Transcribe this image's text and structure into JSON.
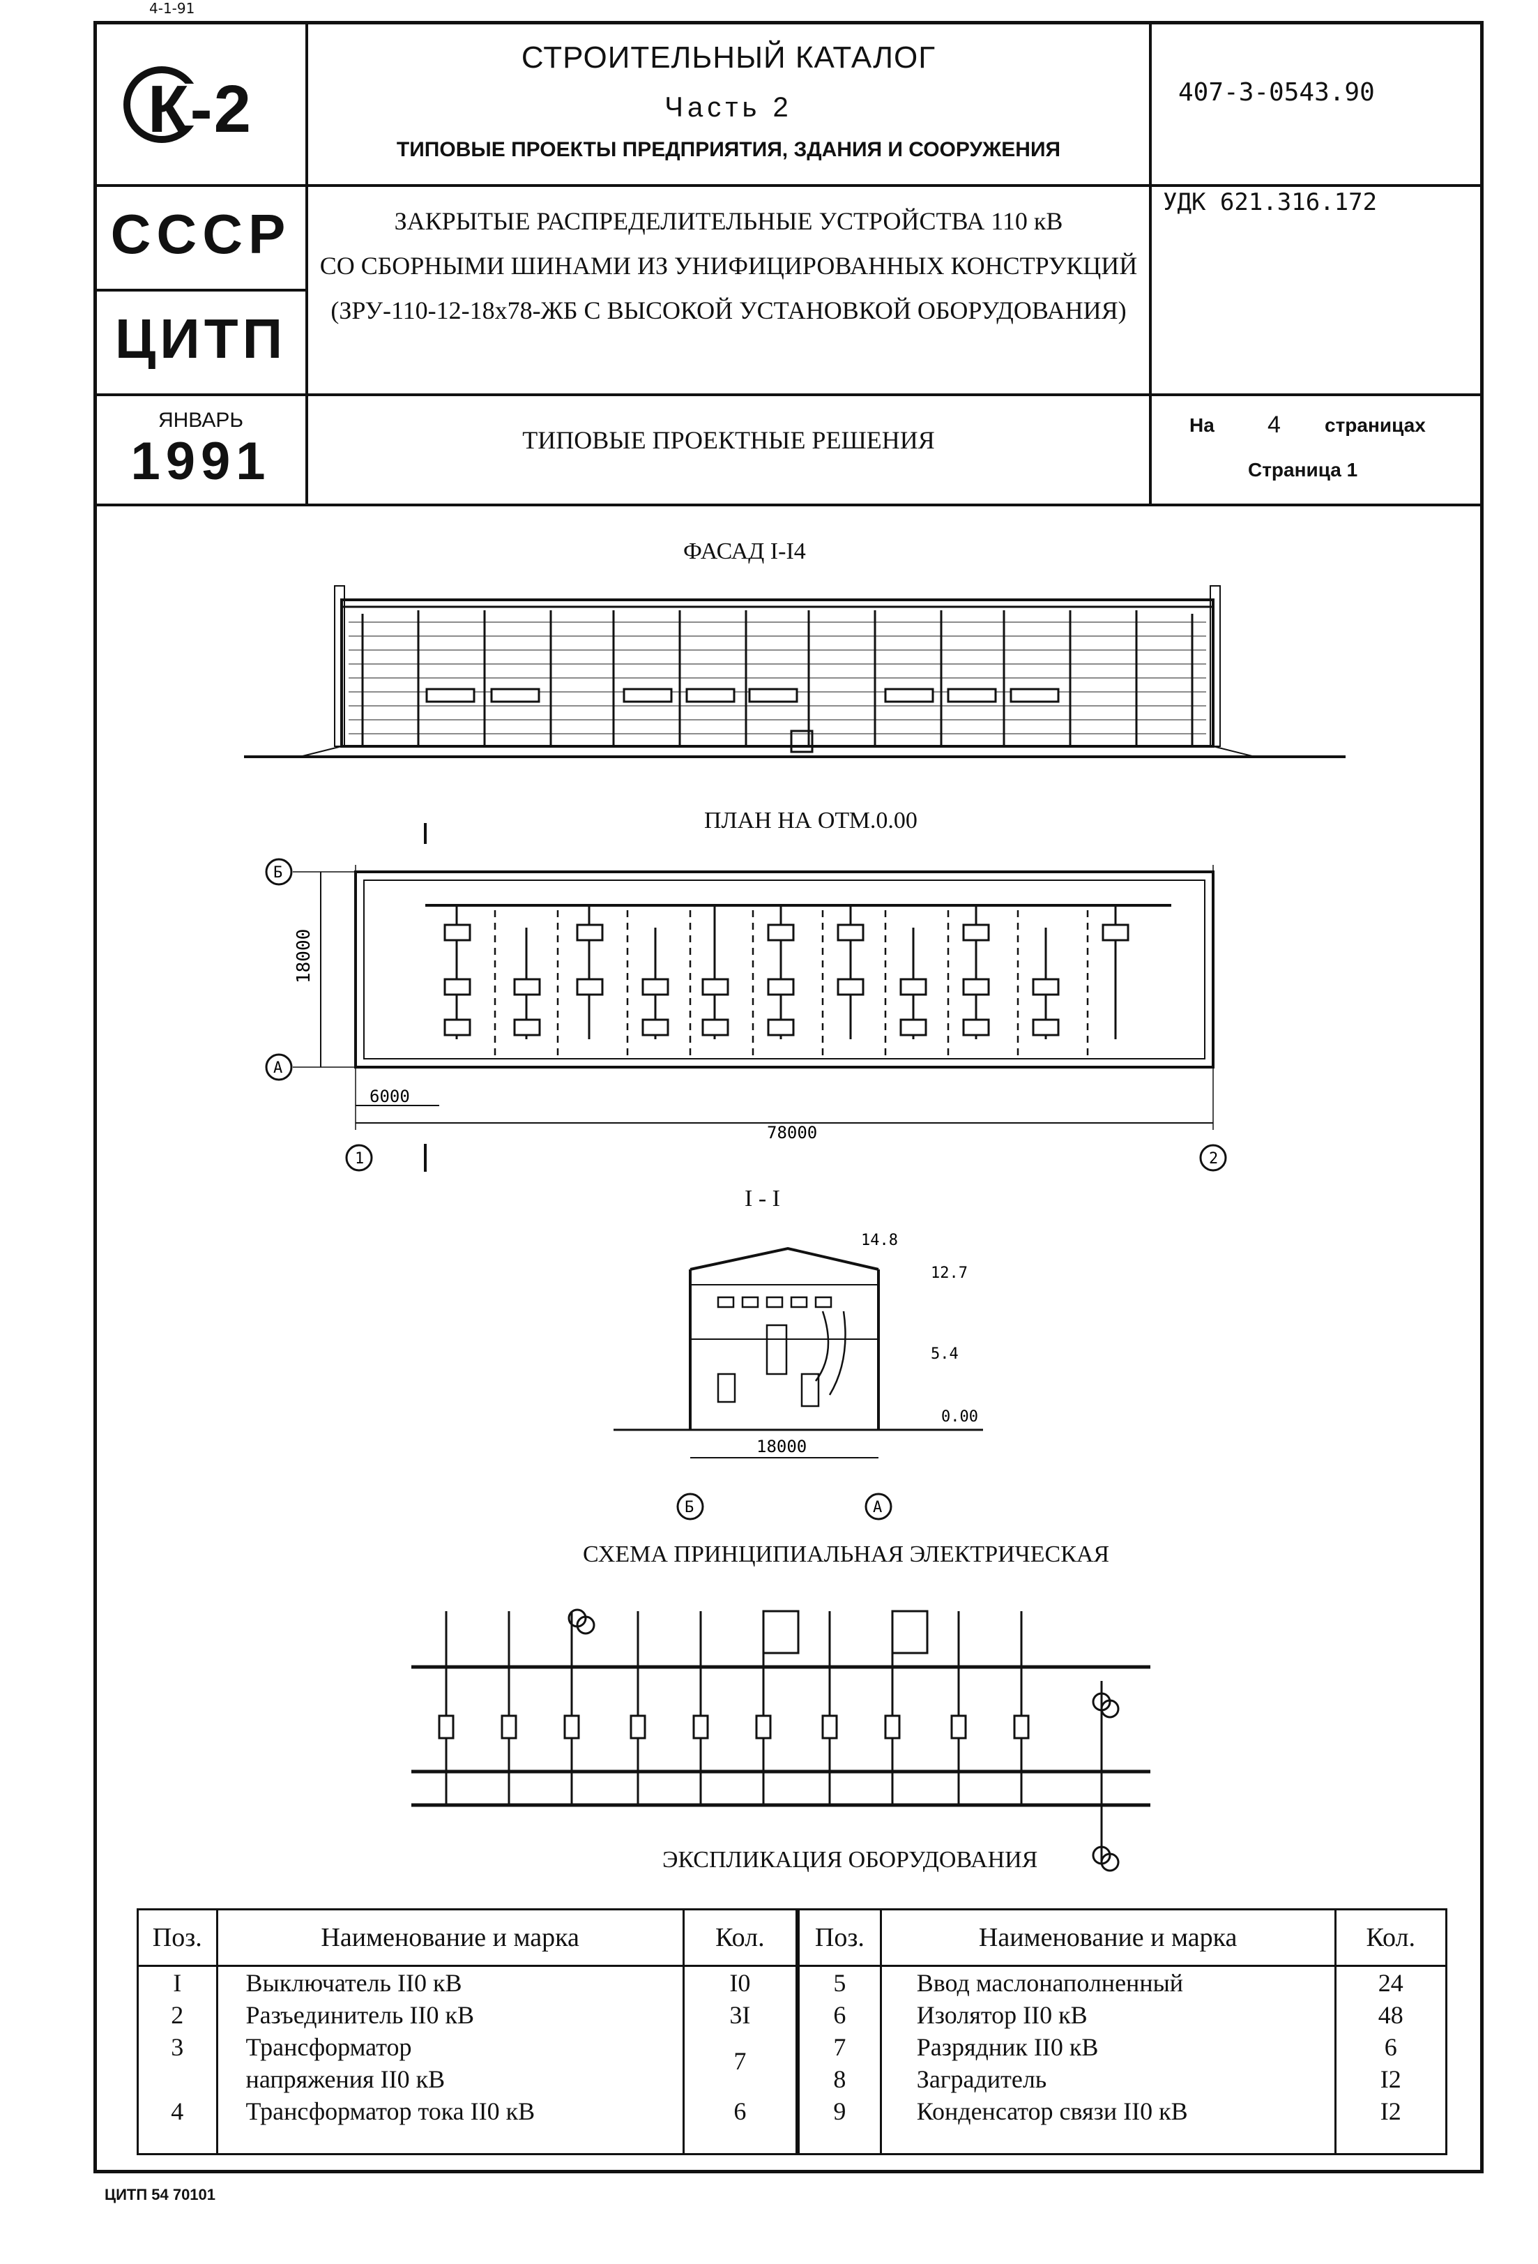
{
  "doc_code_top": "4-1-91",
  "header": {
    "logo_mark": "К-2",
    "catalog_title": "СТРОИТЕЛЬНЫЙ КАТАЛОГ",
    "part": "Часть 2",
    "series_title": "ТИПОВЫЕ ПРОЕКТЫ ПРЕДПРИЯТИЯ, ЗДАНИЯ И СООРУЖЕНИЯ",
    "doc_number": "407-3-0543.90",
    "country": "СССР",
    "org": "ЦИТП",
    "project_line1": "ЗАКРЫТЫЕ РАСПРЕДЕЛИТЕЛЬНЫЕ УСТРОЙСТВА 110 кВ",
    "project_line2": "СО СБОРНЫМИ ШИНАМИ ИЗ УНИФИЦИРОВАННЫХ КОНСТРУКЦИЙ",
    "project_line3": "(ЗРУ-110-12-18х78-ЖБ С ВЫСОКОЙ УСТАНОВКОЙ ОБОРУДОВАНИЯ)",
    "udk": "УДК 621.316.172",
    "month": "ЯНВАРЬ",
    "year": "1991",
    "solution_type": "ТИПОВЫЕ ПРОЕКТНЫЕ РЕШЕНИЯ",
    "pages_prefix": "На",
    "pages_count": "4",
    "pages_suffix": "страницах",
    "page_label": "Страница 1"
  },
  "drawings": {
    "facade_title": "ФАСАД I-I4",
    "plan_title": "ПЛАН НА ОТМ.0.00",
    "plan_dim_height": "18000",
    "plan_dim_bay": "6000",
    "plan_dim_length": "78000",
    "axis_b": "Б",
    "axis_a": "А",
    "axis_1": "1",
    "axis_2": "2",
    "cut_mark": "1",
    "section_title": "I - I",
    "section_dim_width": "18000",
    "elev_148": "14.8",
    "elev_127": "12.7",
    "elev_54": "5.4",
    "elev_000": "0.00",
    "scheme_title": "СХЕМА ПРИНЦИПИАЛЬНАЯ ЭЛЕКТРИЧЕСКАЯ",
    "explication_title": "ЭКСПЛИКАЦИЯ ОБОРУДОВАНИЯ"
  },
  "explication": {
    "headers": [
      "Поз.",
      "Наименование и марка",
      "Кол."
    ],
    "left_rows": [
      {
        "pos": "I",
        "name": "Выключатель II0 кВ",
        "qty": "I0"
      },
      {
        "pos": "2",
        "name": "Разъединитель II0 кВ",
        "qty": "3I"
      },
      {
        "pos": "3",
        "name": "Трансформатор напряжения II0 кВ",
        "qty": "7"
      },
      {
        "pos": "4",
        "name": "Трансформатор тока II0 кВ",
        "qty": "6"
      }
    ],
    "right_rows": [
      {
        "pos": "5",
        "name": "Ввод маслонаполненный",
        "qty": "24"
      },
      {
        "pos": "6",
        "name": "Изолятор II0 кВ",
        "qty": "48"
      },
      {
        "pos": "7",
        "name": "Разрядник II0 кВ",
        "qty": "6"
      },
      {
        "pos": "8",
        "name": "Заградитель",
        "qty": "I2"
      },
      {
        "pos": "9",
        "name": "Конденсатор связи II0 кВ",
        "qty": "I2"
      }
    ]
  },
  "footer": {
    "stamp": "ЦИТП 54 70101"
  }
}
